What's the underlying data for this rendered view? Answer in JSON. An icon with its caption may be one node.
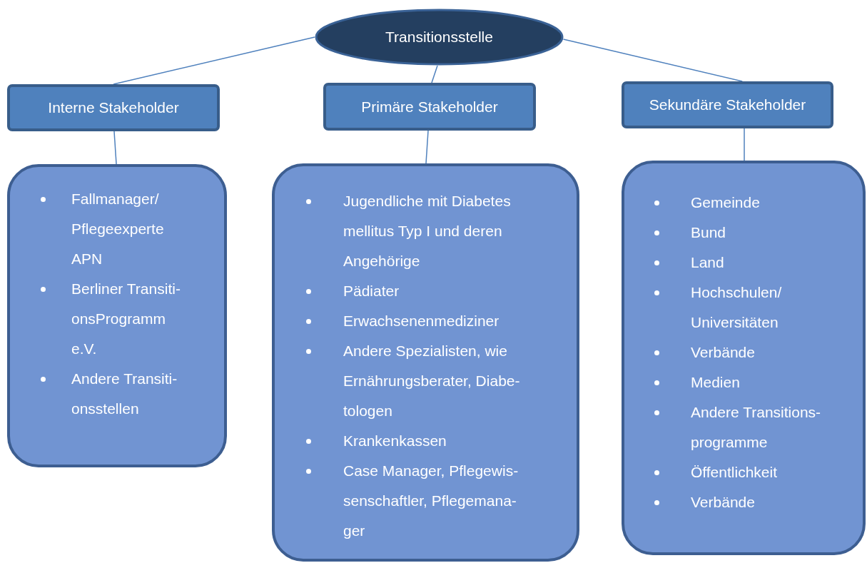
{
  "diagram": {
    "nodes": [
      {
        "text": [
          "Transitionsstelle"
        ]
      },
      {
        "text": [
          "Interne Stakeholder"
        ]
      },
      {
        "text": [
          "Primäre Stakeholder"
        ]
      },
      {
        "text": [
          "Sekundäre Stakeholder"
        ]
      },
      {
        "text": [
          "Fallmanager/ Pflegeexperte APN",
          "Berliner Transiti-onsProgramm e.V.",
          "Andere Transiti-onsstellen"
        ]
      },
      {
        "text": [
          "Jugendliche mit Diabetes mellitus Typ I und deren Angehörige",
          "Pädiater",
          "Erwachsenenmediziner",
          "Andere Spezialisten, wie Ernährungsberater, Diabe-tologen",
          "Krankenkassen",
          "Case Manager, Pflegewis-senschaftler, Pflegemana-ger"
        ]
      },
      {
        "text": [
          "Gemeinde",
          "Bund",
          "Land",
          "Hochschulen/ Universitäten",
          "Verbände",
          "Medien",
          "Andere Transitions-programme",
          "Öffentlichkeit",
          "Verbände"
        ]
      }
    ],
    "edges": [
      {
        "from": 0,
        "to": 1,
        "arrow": "none"
      },
      {
        "from": 0,
        "to": 2,
        "arrow": "none"
      },
      {
        "from": 0,
        "to": 3,
        "arrow": "none"
      },
      {
        "from": 1,
        "to": 4,
        "arrow": "none"
      },
      {
        "from": 2,
        "to": 5,
        "arrow": "none"
      },
      {
        "from": 3,
        "to": 6,
        "arrow": "none"
      }
    ]
  }
}
